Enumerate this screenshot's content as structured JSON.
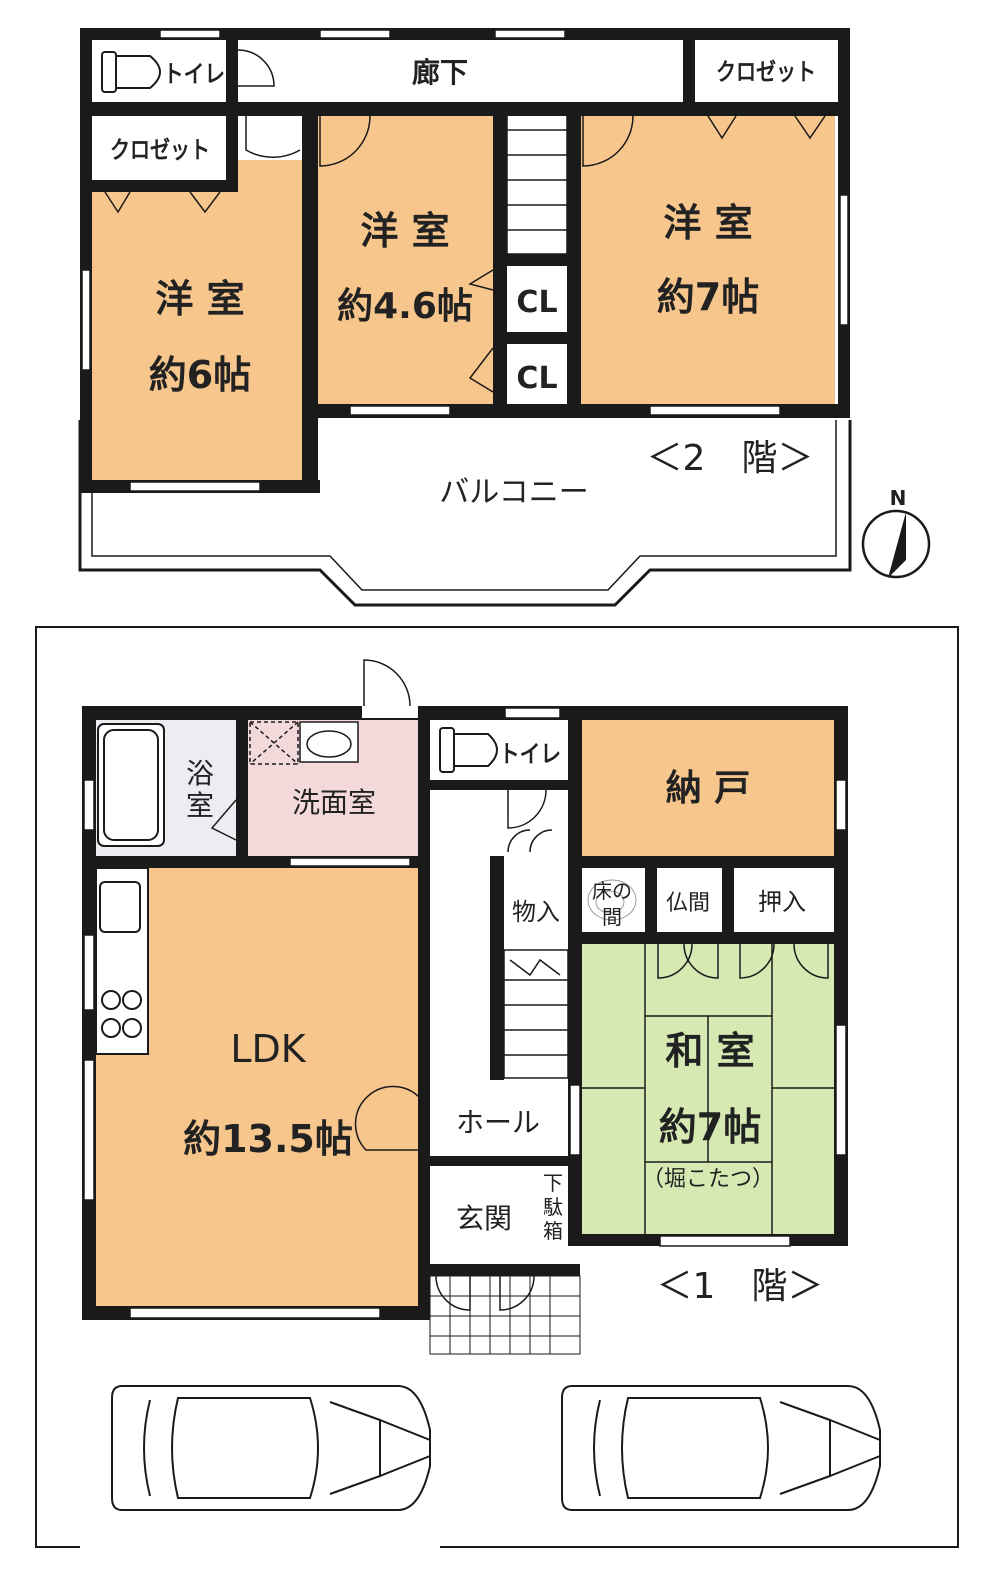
{
  "colors": {
    "wall": "#1a1a1a",
    "wood_floor": "#f7c68c",
    "tatami": "#d6e9b3",
    "washroom": "#f3d9d9",
    "wet_floor": "#ececf2",
    "white": "#ffffff"
  },
  "floor2": {
    "toilet": "トイレ",
    "corridor": "廊下",
    "closet_left": "クロゼット",
    "closet_right": "クロゼット",
    "room_left_name": "洋 室",
    "room_left_size": "約6帖",
    "room_mid_name": "洋 室",
    "room_mid_size": "約4.6帖",
    "room_right_name": "洋 室",
    "room_right_size": "約7帖",
    "cl_upper": "CL",
    "cl_lower": "CL",
    "balcony": "バルコニー",
    "floor_label": "＜2　階＞"
  },
  "compass": {
    "north": "N"
  },
  "floor1": {
    "bath": "浴室",
    "washroom": "洗面室",
    "toilet": "トイレ",
    "storage_room": "納 戸",
    "ldk_name": "LDK",
    "ldk_size": "約13.5帖",
    "monoire": "物入",
    "tokonoma_line1": "床の",
    "tokonoma_line2": "間",
    "butsuma": "仏間",
    "oshiire": "押入",
    "washitsu_name": "和 室",
    "washitsu_size": "約7帖",
    "washitsu_note": "（堀こたつ）",
    "hall": "ホール",
    "entrance": "玄関",
    "shoebox": "下駄箱",
    "floor_label": "＜1　階＞"
  }
}
